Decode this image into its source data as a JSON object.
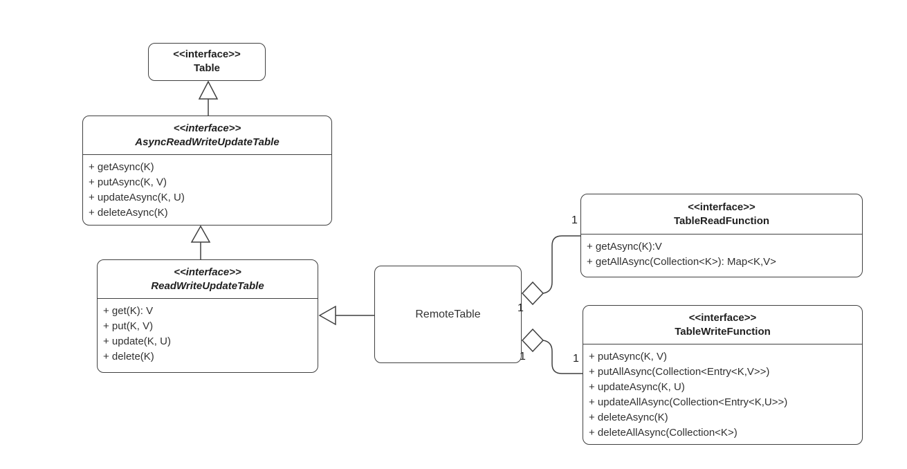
{
  "colors": {
    "background": "#ffffff",
    "line": "#3f3f3f",
    "text": "#1f1f1f"
  },
  "classes": {
    "table": {
      "stereotype": "<<interface>>",
      "name": "Table"
    },
    "async_read_write_update_table": {
      "stereotype": "<<interface>>",
      "name": "AsyncReadWriteUpdateTable",
      "methods": [
        "+ getAsync(K)",
        "+ putAsync(K, V)",
        "+ updateAsync(K, U)",
        "+ deleteAsync(K)"
      ]
    },
    "read_write_update_table": {
      "stereotype": "<<interface>>",
      "name": "ReadWriteUpdateTable",
      "methods": [
        "+ get(K): V",
        "+ put(K, V)",
        "+ update(K, U)",
        "+ delete(K)"
      ]
    },
    "remote_table": {
      "name": "RemoteTable"
    },
    "table_read_function": {
      "stereotype": "<<interface>>",
      "name": "TableReadFunction",
      "methods": [
        "+ getAsync(K):V",
        "+ getAllAsync(Collection<K>): Map<K,V>"
      ]
    },
    "table_write_function": {
      "stereotype": "<<interface>>",
      "name": "TableWriteFunction",
      "methods": [
        "+ putAsync(K, V)",
        "+ putAllAsync(Collection<Entry<K,V>>)",
        "+ updateAsync(K, U)",
        "+ updateAllAsync(Collection<Entry<K,U>>)",
        "+ deleteAsync(K)",
        "+ deleteAllAsync(Collection<K>)"
      ]
    }
  },
  "multiplicities": {
    "read_at_remote": "1",
    "read_at_function": "1",
    "write_at_remote": "1",
    "write_at_function": "1"
  }
}
